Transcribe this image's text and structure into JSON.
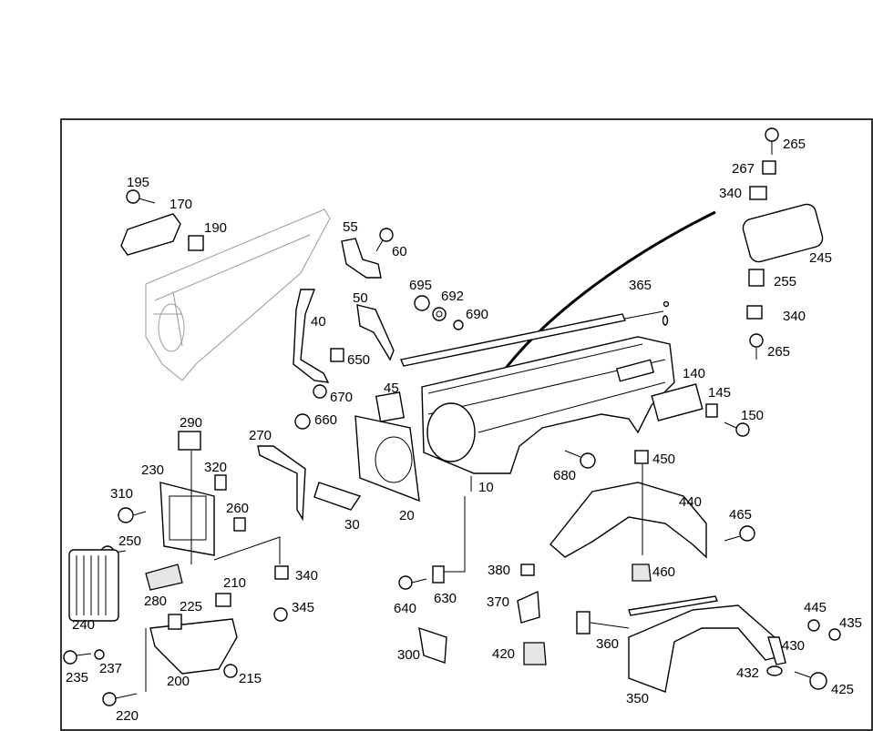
{
  "diagram": {
    "labels": {
      "l10": "10",
      "l20": "20",
      "l30": "30",
      "l40": "40",
      "l45": "45",
      "l50": "50",
      "l55": "55",
      "l60": "60",
      "l140": "140",
      "l145": "145",
      "l150": "150",
      "l170": "170",
      "l190": "190",
      "l195": "195",
      "l200": "200",
      "l210": "210",
      "l215": "215",
      "l220": "220",
      "l225": "225",
      "l230": "230",
      "l235": "235",
      "l237": "237",
      "l240": "240",
      "l245": "245",
      "l250": "250",
      "l255": "255",
      "l260": "260",
      "l265a": "265",
      "l265b": "265",
      "l267": "267",
      "l270": "270",
      "l280": "280",
      "l290": "290",
      "l300": "300",
      "l310": "310",
      "l320": "320",
      "l340a": "340",
      "l340b": "340",
      "l340c": "340",
      "l345": "345",
      "l350": "350",
      "l360": "360",
      "l365": "365",
      "l370": "370",
      "l380": "380",
      "l420": "420",
      "l425": "425",
      "l430": "430",
      "l432": "432",
      "l435": "435",
      "l440": "440",
      "l445": "445",
      "l450": "450",
      "l460": "460",
      "l465": "465",
      "l630": "630",
      "l640": "640",
      "l650": "650",
      "l660": "660",
      "l670": "670",
      "l680": "680",
      "l690": "690",
      "l692": "692",
      "l695": "695"
    }
  }
}
